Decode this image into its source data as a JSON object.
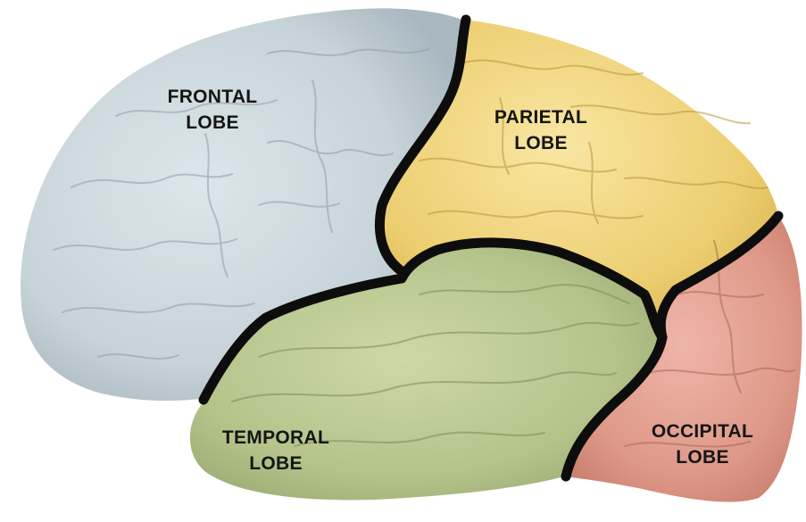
{
  "lobes": {
    "frontal": {
      "line1": "FRONTAL",
      "line2": "LOBE",
      "color": "#c9d6da"
    },
    "parietal": {
      "line1": "PARIETAL",
      "line2": "LOBE",
      "color": "#efd47a"
    },
    "temporal": {
      "line1": "TEMPORAL",
      "line2": "LOBE",
      "color": "#b7c68e"
    },
    "occipital": {
      "line1": "OCCIPITAL",
      "line2": "LOBE",
      "color": "#e0998c"
    }
  },
  "boundary_color": "#0d0d0d"
}
